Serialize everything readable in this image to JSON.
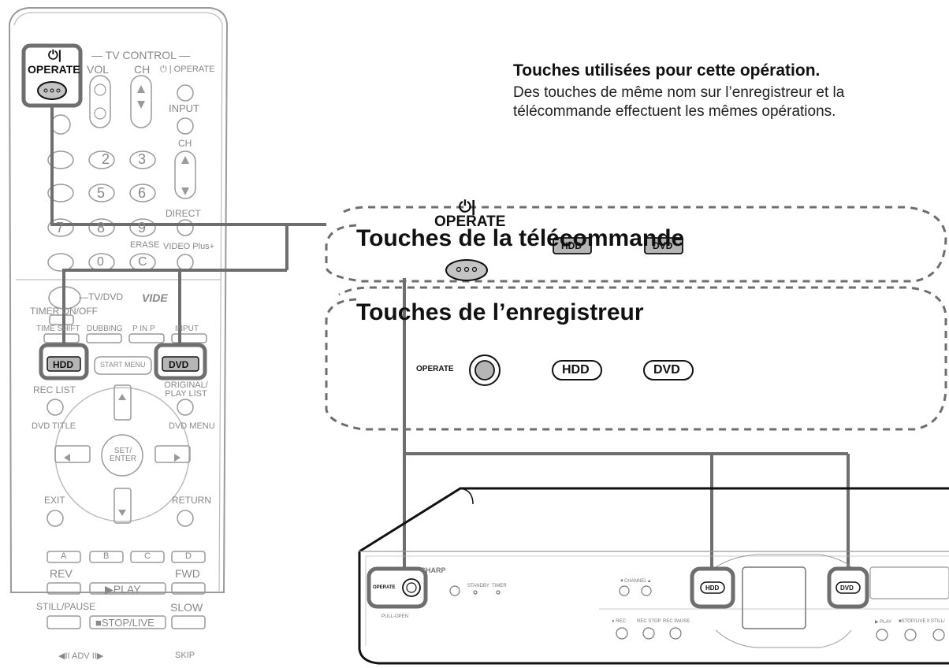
{
  "intro": {
    "title": "Touches utilisées pour cette opération.",
    "body_line1": "Des touches de même nom sur l’enregistreur et la",
    "body_line2": "télécommande effectuent les mêmes opérations."
  },
  "panel_remote": {
    "title": "Touches de la télécommande",
    "operate_label": "OPERATE",
    "hdd_label": "HDD",
    "dvd_label": "DVD"
  },
  "panel_recorder": {
    "title": "Touches de l’enregistreur",
    "operate_label": "OPERATE",
    "hdd_label": "HDD",
    "dvd_label": "DVD"
  },
  "remote": {
    "operate": "OPERATE",
    "tv_control": "— TV CONTROL —",
    "vol": "VOL",
    "ch": "CH",
    "ch_operate": "⏻ | OPERATE",
    "input": "INPUT",
    "ch2": "CH",
    "direct": "DIRECT",
    "erase": "ERASE",
    "video_plus": "VIDEO Plus+",
    "tv_dvd": "—TV/DVD",
    "video_logo": "VIDE",
    "timer_onoff": "TIMER ON/OFF",
    "time_shift": "TIME SHIFT",
    "dubbing": "DUBBING",
    "pinp": "P IN P",
    "input2": "INPUT",
    "hdd": "HDD",
    "start_menu": "START MENU",
    "dvd": "DVD",
    "rec_list": "REC LIST",
    "original_play_list": "ORIGINAL/ PLAY LIST",
    "dvd_title": "DVD TITLE",
    "dvd_menu": "DVD MENU",
    "set_enter": "SET/ ENTER",
    "exit": "EXIT",
    "return": "RETURN",
    "a": "A",
    "b": "B",
    "c": "C",
    "d": "D",
    "rev": "REV",
    "fwd": "FWD",
    "play": "▶PLAY",
    "still_pause": "STILL/PAUSE",
    "slow": "SLOW",
    "stop_live": "■STOP/LIVE",
    "ladv": "◀II ADV II▶",
    "skip": "SKIP",
    "digits": [
      "2",
      "3",
      "5",
      "6",
      "7",
      "8",
      "9",
      "0",
      "C"
    ]
  },
  "recorder_front": {
    "operate": "OPERATE",
    "pull_open": "PULL-OPEN",
    "brand": "SHARP",
    "standby": "STANDBY",
    "timer": "TIMER",
    "channel": "▼CHANNEL▲",
    "rec": "● REC",
    "rec_stop": "REC STOP",
    "rec_pause": "REC PAUSE",
    "hdd": "HDD",
    "dvd": "DVD",
    "play": "▶ PLAY",
    "stop_live": "■STOP/LIVE",
    "still": "II STILL/"
  },
  "colors": {
    "highlight": "#6e6e6e",
    "key_fill": "#b5b5b5",
    "remote_line": "#9a9a9a"
  }
}
